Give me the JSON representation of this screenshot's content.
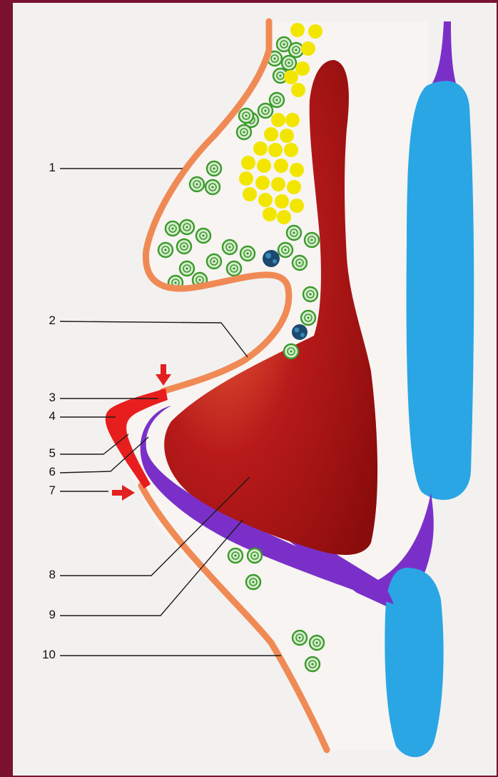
{
  "labels": [
    "1",
    "2",
    "3",
    "4",
    "5",
    "6",
    "7",
    "8",
    "9",
    "10"
  ],
  "colors": {
    "frame": "#7a1230",
    "paper": "#f3f1ef",
    "epithelium": "#f08a55",
    "junction": "#e81e1e",
    "enamel_space": "#7a30c8",
    "pulp_dark": "#8a0c0c",
    "ameloblast_blue": "#2aa6e4",
    "cells_green": "#3a9a2a",
    "cells_yellow": "#f2e600",
    "arrow": "#e32020"
  }
}
